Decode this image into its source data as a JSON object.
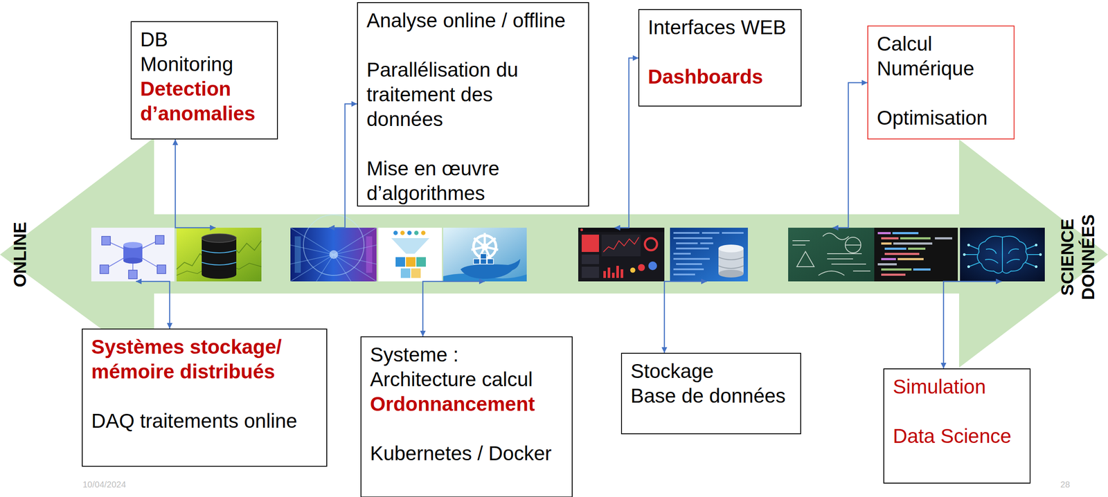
{
  "diagram": {
    "nodes": [
      {
        "text": [
          "DB",
          "Monitoring",
          "Detection d’anomalies"
        ]
      },
      {
        "text": [
          "Analyse online / offline",
          "Parallélisation du traitement des données",
          "Mise en œuvre d’algorithmes"
        ]
      },
      {
        "text": [
          "Interfaces WEB",
          "Dashboards"
        ]
      },
      {
        "text": [
          "Calcul Numérique",
          "Optimisation"
        ]
      },
      {
        "text": [
          "ONLINE",
          "SCIENCE DONNÉES"
        ]
      },
      {
        "text": [
          "Systèmes stockage/ mémoire distribués",
          "DAQ traitements online"
        ]
      },
      {
        "text": [
          "Systeme :",
          "Architecture calcul",
          "Ordonnancement",
          "Kubernetes / Docker"
        ]
      },
      {
        "text": [
          "Stockage",
          "Base de données"
        ]
      },
      {
        "text": [
          "Simulation",
          "Data Science"
        ]
      }
    ],
    "edges": [
      {
        "from": 4,
        "to": 0,
        "arrow": "both"
      },
      {
        "from": 4,
        "to": 5,
        "arrow": "both"
      },
      {
        "from": 4,
        "to": 1,
        "arrow": "both"
      },
      {
        "from": 4,
        "to": 6,
        "arrow": "both"
      },
      {
        "from": 4,
        "to": 2,
        "arrow": "both"
      },
      {
        "from": 4,
        "to": 7,
        "arrow": "both"
      },
      {
        "from": 4,
        "to": 3,
        "arrow": "both"
      },
      {
        "from": 4,
        "to": 8,
        "arrow": "both"
      }
    ],
    "labels": [
      "10/04/2024",
      "28"
    ]
  }
}
